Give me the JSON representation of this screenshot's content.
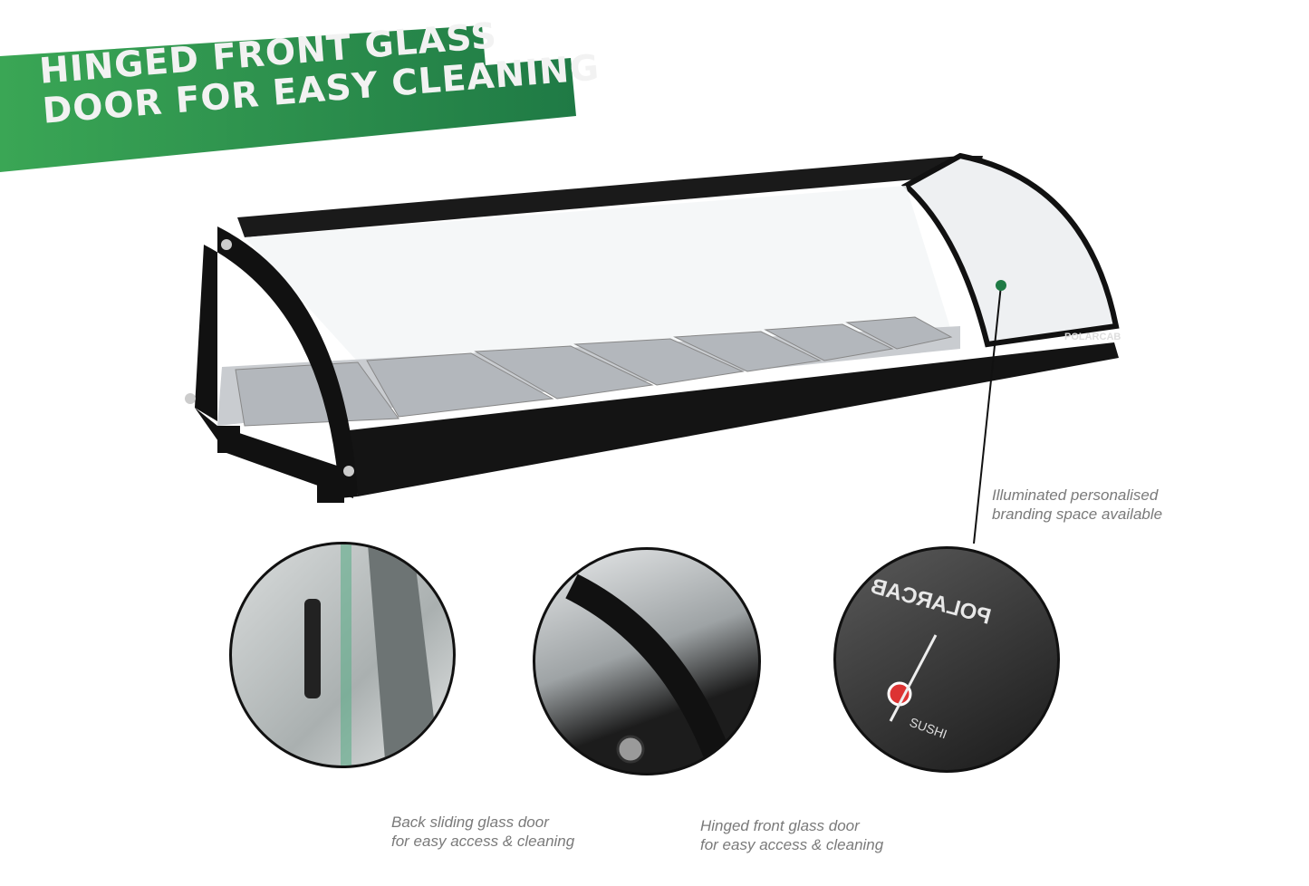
{
  "banner": {
    "line1": "HINGED FRONT GLASS",
    "line2": "DOOR FOR EASY CLEANING",
    "color_start": "#3aa655",
    "color_end": "#1f7a45"
  },
  "product": {
    "brand_logo": "POLARCAB",
    "pan_count": 7
  },
  "callouts": {
    "branding": {
      "line1": "Illuminated personalised",
      "line2": "branding space available",
      "dot_color": "#1f7a45"
    },
    "back_door": {
      "line1": "Back sliding glass door",
      "line2": "for easy access & cleaning"
    },
    "front_door": {
      "line1": "Hinged front glass door",
      "line2": "for easy access & cleaning"
    }
  },
  "detail_circles": {
    "third_logo": "POLARCAB",
    "third_sub": "SUSHI"
  }
}
